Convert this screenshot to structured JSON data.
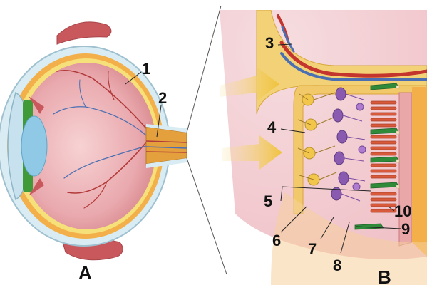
{
  "panels": {
    "left": "A",
    "right": "B"
  },
  "labels": [
    "1",
    "2",
    "3",
    "4",
    "5",
    "6",
    "7",
    "8",
    "9",
    "10"
  ],
  "colors": {
    "sclera": "#d9ecf3",
    "choroid": "#f3b04a",
    "retina_fluid": "#e8b2b8",
    "lens": "#8fc9e6",
    "iris": "#3f9a37",
    "muscle": "#c9585d",
    "optic_nerve": "#e3a03c",
    "vessel_red": "#c3352d",
    "vessel_blue": "#4a6fb2",
    "cone": "#d95a3a",
    "rod": "#2f8a3a",
    "bipolar": "#8a5ab0",
    "ganglion": "#e6c23a",
    "arrow": "#f1c84a"
  }
}
